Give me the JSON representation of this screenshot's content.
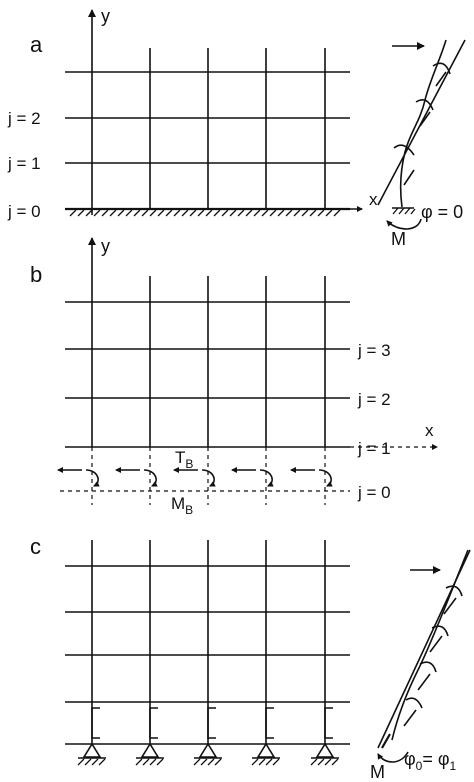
{
  "panels": {
    "a": {
      "label": "a",
      "y_axis": "y",
      "x_axis": "x",
      "row_labels": [
        "j = 2",
        "j = 1",
        "j = 0"
      ],
      "boundary": "φ = 0",
      "moment": "M"
    },
    "b": {
      "label": "b",
      "y_axis": "y",
      "x_axis": "x",
      "row_labels": [
        "j = 3",
        "j = 2",
        "j = 1",
        "j = 0"
      ],
      "force": "T",
      "force_sub": "B",
      "moment": "M",
      "moment_sub": "B"
    },
    "c": {
      "label": "c",
      "moment": "M",
      "boundary_lhs": "φ",
      "boundary_lhs_sub": "0",
      "boundary_rhs": "φ",
      "boundary_rhs_sub": "1"
    }
  }
}
